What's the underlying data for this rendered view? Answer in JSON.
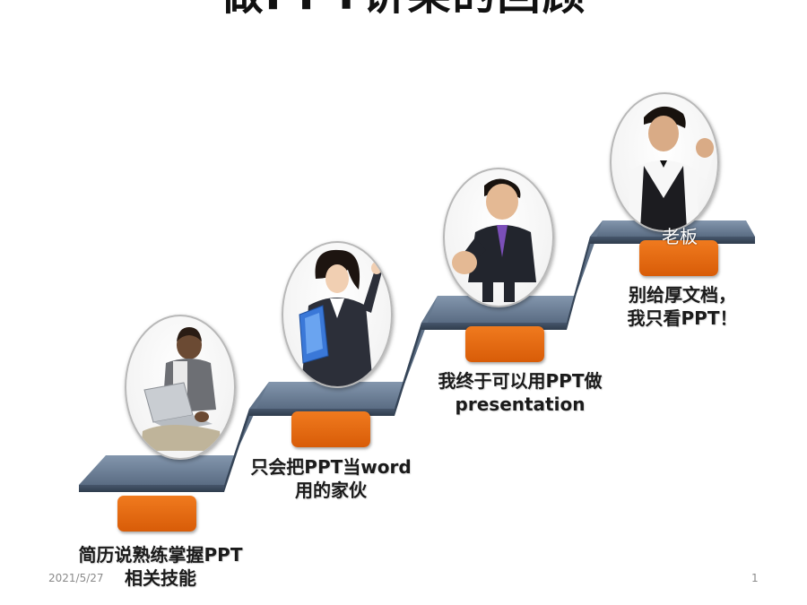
{
  "slide": {
    "title": "做PPT讲某的回顾",
    "role_top": "老板",
    "steps": [
      {
        "line1": "简历说熟练掌握PPT",
        "line2": "相关技能"
      },
      {
        "line1": "只会把PPT当word",
        "line2": "用的家伙"
      },
      {
        "line1": "我终于可以用PPT做",
        "line2": "presentation"
      },
      {
        "line1": "别给厚文档，",
        "line2": "我只看PPT！"
      }
    ],
    "footer_date": "2021/5/27",
    "page_number": "1"
  },
  "colors": {
    "stair_top": "#5d7088",
    "stair_front": "#3d4d61",
    "tag_orange": "#e86a12"
  }
}
